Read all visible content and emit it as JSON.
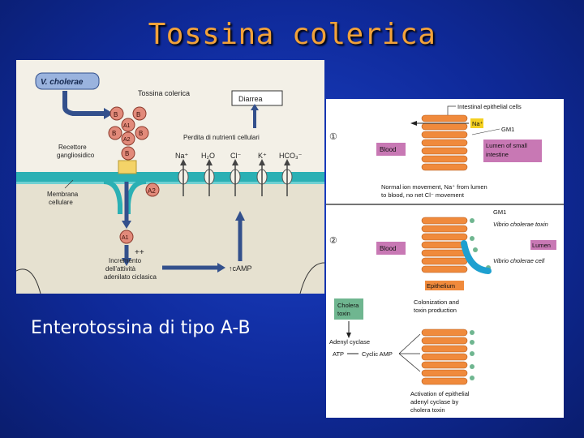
{
  "slide": {
    "title": "Tossina colerica",
    "caption": "Enterotossina di tipo A-B"
  },
  "left_diagram": {
    "v_cholerae_label": "V. cholerae",
    "toxin_label": "Tossina colerica",
    "diarrhea_label": "Diarrea",
    "nutrient_loss_label": "Perdita di nutrienti cellulari",
    "receptor_label": [
      "Recettore",
      "gangliosidico"
    ],
    "membrane_label": [
      "Membrana",
      "cellulare"
    ],
    "subunit_b": "B",
    "subunit_a1": "A1",
    "subunit_a2": "A2",
    "ions": [
      "Na⁺",
      "H₂O",
      "Cl⁻",
      "K⁺",
      "HCO₃⁻"
    ],
    "plus_plus": "++",
    "increment_label": [
      "Incremento",
      "dell'attività",
      "adenilato ciclasica"
    ],
    "camp_label": "↑cAMP"
  },
  "right_diagram": {
    "step1": "①",
    "step2": "②",
    "intestinal_cells": "Intestinal epithelial cells",
    "na_label": "Na⁺",
    "gm1_label": "GM1",
    "blood_label": "Blood",
    "lumen_small_intestine": [
      "Lumen of small",
      "intestine"
    ],
    "normal_movement": [
      "Normal ion movement, Na⁺ from lumen",
      "to blood, no net Cl⁻ movement"
    ],
    "gm1_label_2": "GM1",
    "vibrio_toxin": "Vibrio cholerae toxin",
    "blood_label_2": "Blood",
    "lumen_label": "Lumen",
    "vibrio_cell": "Vibrio cholerae cell",
    "epithelium_label": "Epithelium",
    "cholera_toxin_box": [
      "Cholera",
      "toxin"
    ],
    "colonization": [
      "Colonization and",
      "toxin production"
    ],
    "adenyl_cyclase": "Adenyl cyclase",
    "atp_label": "ATP",
    "cyclic_amp": "Cyclic AMP",
    "activation": [
      "Activation of epithelial",
      "adenyl cyclase by",
      "cholera toxin"
    ]
  },
  "colors": {
    "background": "#1233b0",
    "title": "#f2a23a",
    "epithelium": "#f08a3c",
    "blood_box": "#c878b4",
    "lumen_box": "#c878b4",
    "cholera_box": "#6fb690",
    "membrane_teal": "#2bb0b4",
    "na_box": "#f4d020"
  }
}
